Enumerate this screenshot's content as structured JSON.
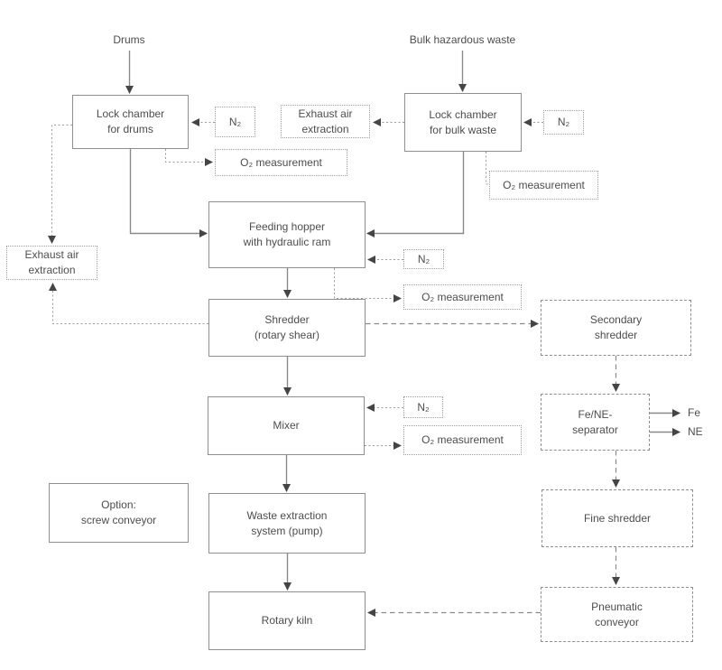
{
  "colors": {
    "background": "#ffffff",
    "solid_box_border": "#8e8e8e",
    "dotted_box_border": "#9e9e9e",
    "dashed_box_border": "#8f8f8f",
    "text": "#4d4d4d",
    "line": "#8a8a8a",
    "arrowhead": "#454545"
  },
  "inputs": {
    "drums": {
      "label": "Drums"
    },
    "bulk_waste": {
      "label": "Bulk hazardous waste"
    }
  },
  "nodes": {
    "lock_drums": {
      "label": "Lock chamber\nfor drums"
    },
    "lock_bulk": {
      "label": "Lock chamber\nfor bulk waste"
    },
    "feeding_hopper": {
      "label": "Feeding hopper\nwith hydraulic ram"
    },
    "shredder": {
      "label": "Shredder\n(rotary shear)"
    },
    "mixer": {
      "label": "Mixer"
    },
    "option_screw": {
      "label": "Option:\nscrew conveyor"
    },
    "waste_extraction": {
      "label": "Waste extraction\nsystem (pump)"
    },
    "rotary_kiln": {
      "label": "Rotary kiln"
    },
    "secondary_shredder": {
      "label": "Secondary\nshredder"
    },
    "fe_ne_separator": {
      "label": "Fe/NE-\nseparator"
    },
    "fine_shredder": {
      "label": "Fine shredder"
    },
    "pneumatic_conveyor": {
      "label": "Pneumatic\nconveyor"
    }
  },
  "utilities": {
    "n2_lock_drums": {
      "label": "N₂"
    },
    "o2_lock_drums": {
      "label": "O₂ measurement"
    },
    "exhaust_top": {
      "label": "Exhaust air\nextraction"
    },
    "n2_lock_bulk": {
      "label": "N₂"
    },
    "o2_lock_bulk": {
      "label": "O₂ measurement"
    },
    "exhaust_left": {
      "label": "Exhaust air\nextraction"
    },
    "n2_hopper": {
      "label": "N₂"
    },
    "o2_hopper": {
      "label": "O₂ measurement"
    },
    "n2_mixer": {
      "label": "N₂"
    },
    "o2_mixer": {
      "label": "O₂ measurement"
    }
  },
  "outputs": {
    "fe": {
      "label": "Fe"
    },
    "ne": {
      "label": "NE"
    }
  },
  "connections": [
    {
      "from": "Drums",
      "to": "Lock chamber for drums",
      "style": "solid"
    },
    {
      "from": "Bulk hazardous waste",
      "to": "Lock chamber for bulk waste",
      "style": "solid"
    },
    {
      "from": "Lock chamber for drums",
      "to": "Feeding hopper with hydraulic ram",
      "style": "solid"
    },
    {
      "from": "Lock chamber for bulk waste",
      "to": "Feeding hopper with hydraulic ram",
      "style": "solid"
    },
    {
      "from": "Feeding hopper with hydraulic ram",
      "to": "Shredder (rotary shear)",
      "style": "solid"
    },
    {
      "from": "Shredder (rotary shear)",
      "to": "Mixer",
      "style": "solid"
    },
    {
      "from": "Mixer",
      "to": "Waste extraction system (pump)",
      "style": "solid"
    },
    {
      "from": "Waste extraction system (pump)",
      "to": "Rotary kiln",
      "style": "solid"
    },
    {
      "from": "Fe/NE-separator",
      "to": "Fe",
      "style": "solid"
    },
    {
      "from": "Fe/NE-separator",
      "to": "NE",
      "style": "solid"
    },
    {
      "from": "N₂",
      "to": "Lock chamber for drums",
      "style": "dotted"
    },
    {
      "from": "Lock chamber for drums",
      "to": "O₂ measurement",
      "style": "dotted"
    },
    {
      "from": "Lock chamber for drums",
      "to": "Exhaust air extraction (left)",
      "style": "dotted"
    },
    {
      "from": "Lock chamber for bulk waste",
      "to": "Exhaust air extraction (top)",
      "style": "dotted"
    },
    {
      "from": "N₂",
      "to": "Lock chamber for bulk waste",
      "style": "dotted"
    },
    {
      "from": "Lock chamber for bulk waste",
      "to": "O₂ measurement",
      "style": "dotted"
    },
    {
      "from": "N₂",
      "to": "Feeding hopper with hydraulic ram",
      "style": "dotted"
    },
    {
      "from": "Feeding hopper with hydraulic ram",
      "to": "O₂ measurement",
      "style": "dotted"
    },
    {
      "from": "Shredder (rotary shear)",
      "to": "Exhaust air extraction (left)",
      "style": "dotted"
    },
    {
      "from": "N₂",
      "to": "Mixer",
      "style": "dotted"
    },
    {
      "from": "Mixer",
      "to": "O₂ measurement",
      "style": "dotted"
    },
    {
      "from": "Shredder (rotary shear)",
      "to": "Secondary shredder",
      "style": "dashed"
    },
    {
      "from": "Secondary shredder",
      "to": "Fe/NE-separator",
      "style": "dashed"
    },
    {
      "from": "Fe/NE-separator",
      "to": "Fine shredder",
      "style": "dashed"
    },
    {
      "from": "Fine shredder",
      "to": "Pneumatic conveyor",
      "style": "dashed"
    },
    {
      "from": "Pneumatic conveyor",
      "to": "Rotary kiln",
      "style": "dashed"
    }
  ]
}
